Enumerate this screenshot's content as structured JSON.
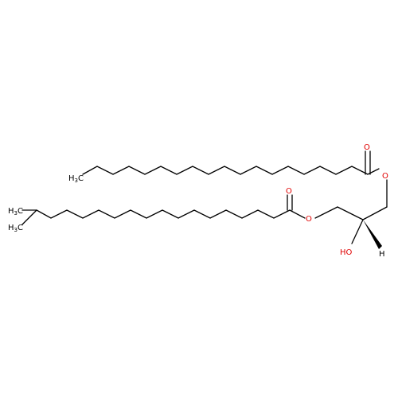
{
  "molecule": {
    "labels": {
      "methyl_top": {
        "main": "H",
        "sub": "3",
        "tail": "C"
      },
      "methyl_a": {
        "main": "H",
        "sub": "3",
        "tail": "C"
      },
      "methyl_b": {
        "main": "H",
        "sub": "3",
        "tail": "C"
      },
      "oxygen_carbonyl_top": "O",
      "oxygen_ester_top": "O",
      "oxygen_carbonyl_mid": "O",
      "oxygen_ester_mid": "O",
      "hydroxyl": "HO",
      "stereo_h": "H"
    },
    "colors": {
      "carbon_bond": "#000000",
      "oxygen": "#e00000"
    }
  }
}
